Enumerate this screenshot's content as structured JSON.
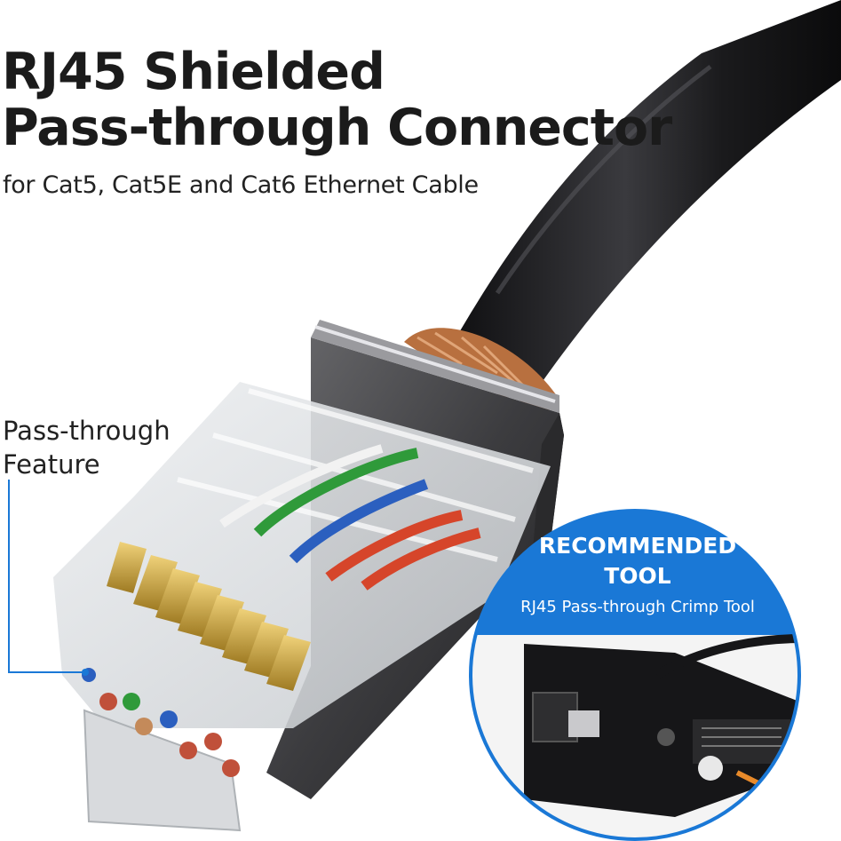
{
  "title": {
    "line1": "RJ45 Shielded",
    "line2": "Pass-through Connector"
  },
  "subtitle": "for Cat5, Cat5E and Cat6 Ethernet Cable",
  "callout": {
    "line1": "Pass-through",
    "line2": "Feature"
  },
  "recommended": {
    "line1": "RECOMMENDED",
    "line2": "TOOL",
    "tool_name": "RJ45 Pass-through Crimp Tool"
  },
  "colors": {
    "accent_blue": "#1a78d6",
    "cable_black": "#1c1c1e",
    "shield_copper": "#b8703f",
    "contact_gold": "#c9a23a"
  }
}
